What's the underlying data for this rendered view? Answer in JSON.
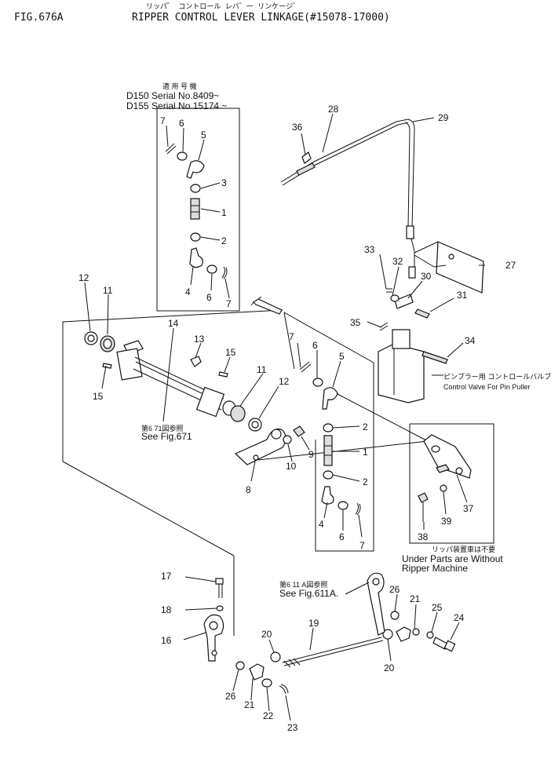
{
  "header": {
    "fig_id": "FIG.676A",
    "title_jp": "リッパ゛ コントロール レバ゛ー リンケージ゛",
    "title_en": "RIPPER CONTROL LEVER LINKAGE(#15078-17000)"
  },
  "serial_box": {
    "heading_jp": "適 用 号 機",
    "row1": "D150 Serial  No.8409~",
    "row2": "D155 Serial  No.15174 ~"
  },
  "refs": {
    "fig671_jp": "第6 71図参照",
    "fig671_en": "See Fig.671",
    "fig611_jp": "第6 11 A図参照",
    "fig611_en": "See Fig.611A."
  },
  "notes": {
    "control_valve_jp": "ピンプラー用 コントロールバルブ",
    "control_valve_en": "Control  Valve  For  Pin  Puller",
    "under_parts_jp": "リッパ装置車は不要",
    "under_parts_line1": "Under   Parts  are   Without",
    "under_parts_line2": "Ripper   Machine"
  },
  "labels": {
    "p1": "1",
    "p2": "2",
    "p3": "3",
    "p4": "4",
    "p5": "5",
    "p6": "6",
    "p7": "7",
    "p8": "8",
    "p9": "9",
    "p10": "10",
    "p11": "11",
    "p12": "12",
    "p13": "13",
    "p14": "14",
    "p15": "15",
    "p16": "16",
    "p17": "17",
    "p18": "18",
    "p19": "19",
    "p20": "20",
    "p21": "21",
    "p22": "22",
    "p23": "23",
    "p24": "24",
    "p25": "25",
    "p26": "26",
    "p27": "27",
    "p28": "28",
    "p29": "29",
    "p30": "30",
    "p31": "31",
    "p32": "32",
    "p33": "33",
    "p34": "34",
    "p35": "35",
    "p36": "36",
    "p37": "37",
    "p38": "38",
    "p39": "39"
  }
}
